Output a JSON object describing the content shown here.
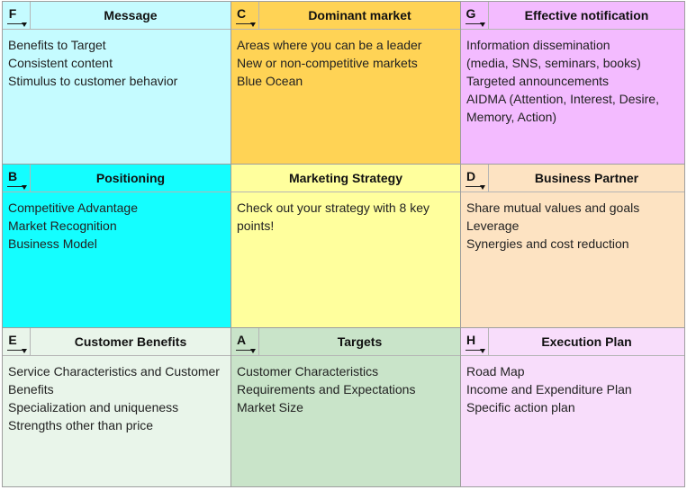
{
  "cells": [
    {
      "id": "message",
      "letter": "F",
      "title": "Message",
      "lines": [
        "Benefits to Target",
        "Consistent content",
        "Stimulus to customer behavior"
      ]
    },
    {
      "id": "dominant",
      "letter": "C",
      "title": "Dominant market",
      "lines": [
        "Areas where you can be a leader",
        "New or non-competitive markets",
        "Blue Ocean"
      ]
    },
    {
      "id": "effective",
      "letter": "G",
      "title": "Effective notification",
      "lines": [
        "Information dissemination",
        "(media, SNS, seminars, books)",
        "Targeted announcements",
        "AIDMA (Attention, Interest, Desire,",
        "Memory, Action)"
      ]
    },
    {
      "id": "positioning",
      "letter": "B",
      "title": "Positioning",
      "lines": [
        "Competitive Advantage",
        "Market Recognition",
        "Business Model"
      ]
    },
    {
      "id": "strategy",
      "letter": "",
      "title": "Marketing Strategy",
      "lines": [
        "Check out your strategy with 8 key",
        "points!"
      ]
    },
    {
      "id": "partner",
      "letter": "D",
      "title": "Business Partner",
      "lines": [
        "Share mutual values and goals",
        "Leverage",
        "Synergies and cost reduction"
      ]
    },
    {
      "id": "benefits",
      "letter": "E",
      "title": "Customer Benefits",
      "lines": [
        "Service Characteristics and Customer",
        "Benefits",
        "Specialization and uniqueness",
        "Strengths other than price"
      ]
    },
    {
      "id": "targets",
      "letter": "A",
      "title": "Targets",
      "lines": [
        "Customer Characteristics",
        "Requirements and Expectations",
        "Market Size"
      ]
    },
    {
      "id": "plan",
      "letter": "H",
      "title": "Execution Plan",
      "lines": [
        "Road Map",
        "Income and Expenditure Plan",
        "Specific action plan"
      ]
    }
  ],
  "colors": {
    "message": "#c5fbff",
    "dominant": "#ffd355",
    "effective": "#f3bbff",
    "positioning": "#14feff",
    "strategy": "#ffff9d",
    "partner": "#fde3c2",
    "benefits": "#e9f5ea",
    "targets": "#c9e4c9",
    "plan": "#f8ddfb"
  },
  "icons": {
    "dropdown": "chevron-down-icon"
  }
}
